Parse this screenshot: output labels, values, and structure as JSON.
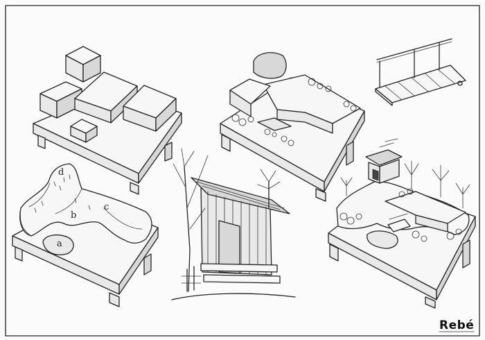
{
  "labels": {
    "a": "a",
    "b": "b",
    "c": "c",
    "d": "d"
  },
  "signature": "Rebé",
  "colors": {
    "ink": "#222222",
    "paper": "#fbfbfb"
  }
}
